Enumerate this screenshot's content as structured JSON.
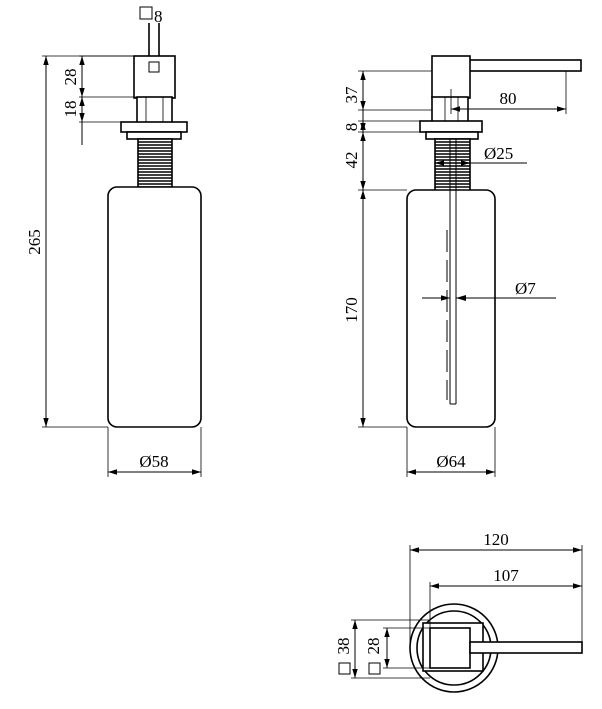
{
  "views": {
    "front": {
      "square_top": "8",
      "head_height": "28",
      "neck_height": "18",
      "total_height": "265",
      "bottle_diameter": "Ø58"
    },
    "side": {
      "head_height": "37",
      "spout_length": "80",
      "flange": "8",
      "thread_length": "42",
      "thread_diameter": "Ø25",
      "bottle_height": "170",
      "tube_diameter": "Ø7",
      "bottle_diameter": "Ø64"
    },
    "top": {
      "overall_length": "120",
      "spout_reach": "107",
      "outer_square": "38",
      "inner_square": "28"
    }
  }
}
